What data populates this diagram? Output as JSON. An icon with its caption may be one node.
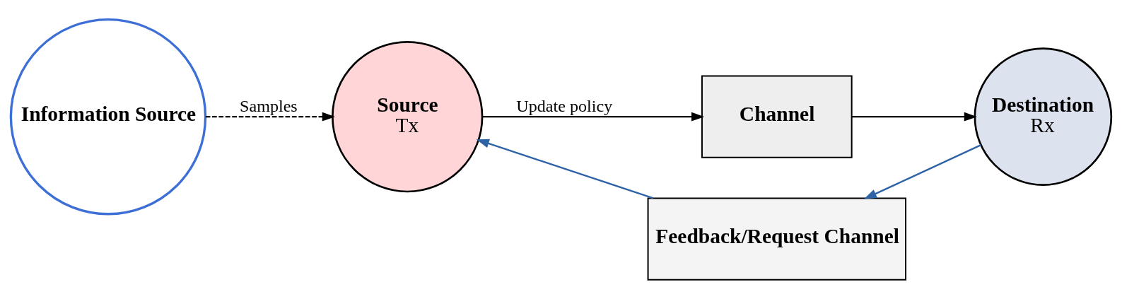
{
  "diagram": {
    "nodes": [
      {
        "text": [
          "Information Source"
        ]
      },
      {
        "text": [
          "Source",
          "Tx"
        ]
      },
      {
        "text": [
          "Channel"
        ]
      },
      {
        "text": [
          "Destination",
          "Rx"
        ]
      },
      {
        "text": [
          "Feedback/Request Channel"
        ]
      }
    ],
    "edges": [
      {
        "from": 0,
        "to": 1,
        "arrow": "to",
        "label": "Samples",
        "style": "dashed"
      },
      {
        "from": 1,
        "to": 2,
        "arrow": "to",
        "label": "Update policy"
      },
      {
        "from": 2,
        "to": 3,
        "arrow": "to"
      },
      {
        "from": 3,
        "to": 4,
        "arrow": "to",
        "color": "#2e63a6"
      },
      {
        "from": 4,
        "to": 1,
        "arrow": "to",
        "color": "#2e63a6"
      }
    ]
  }
}
